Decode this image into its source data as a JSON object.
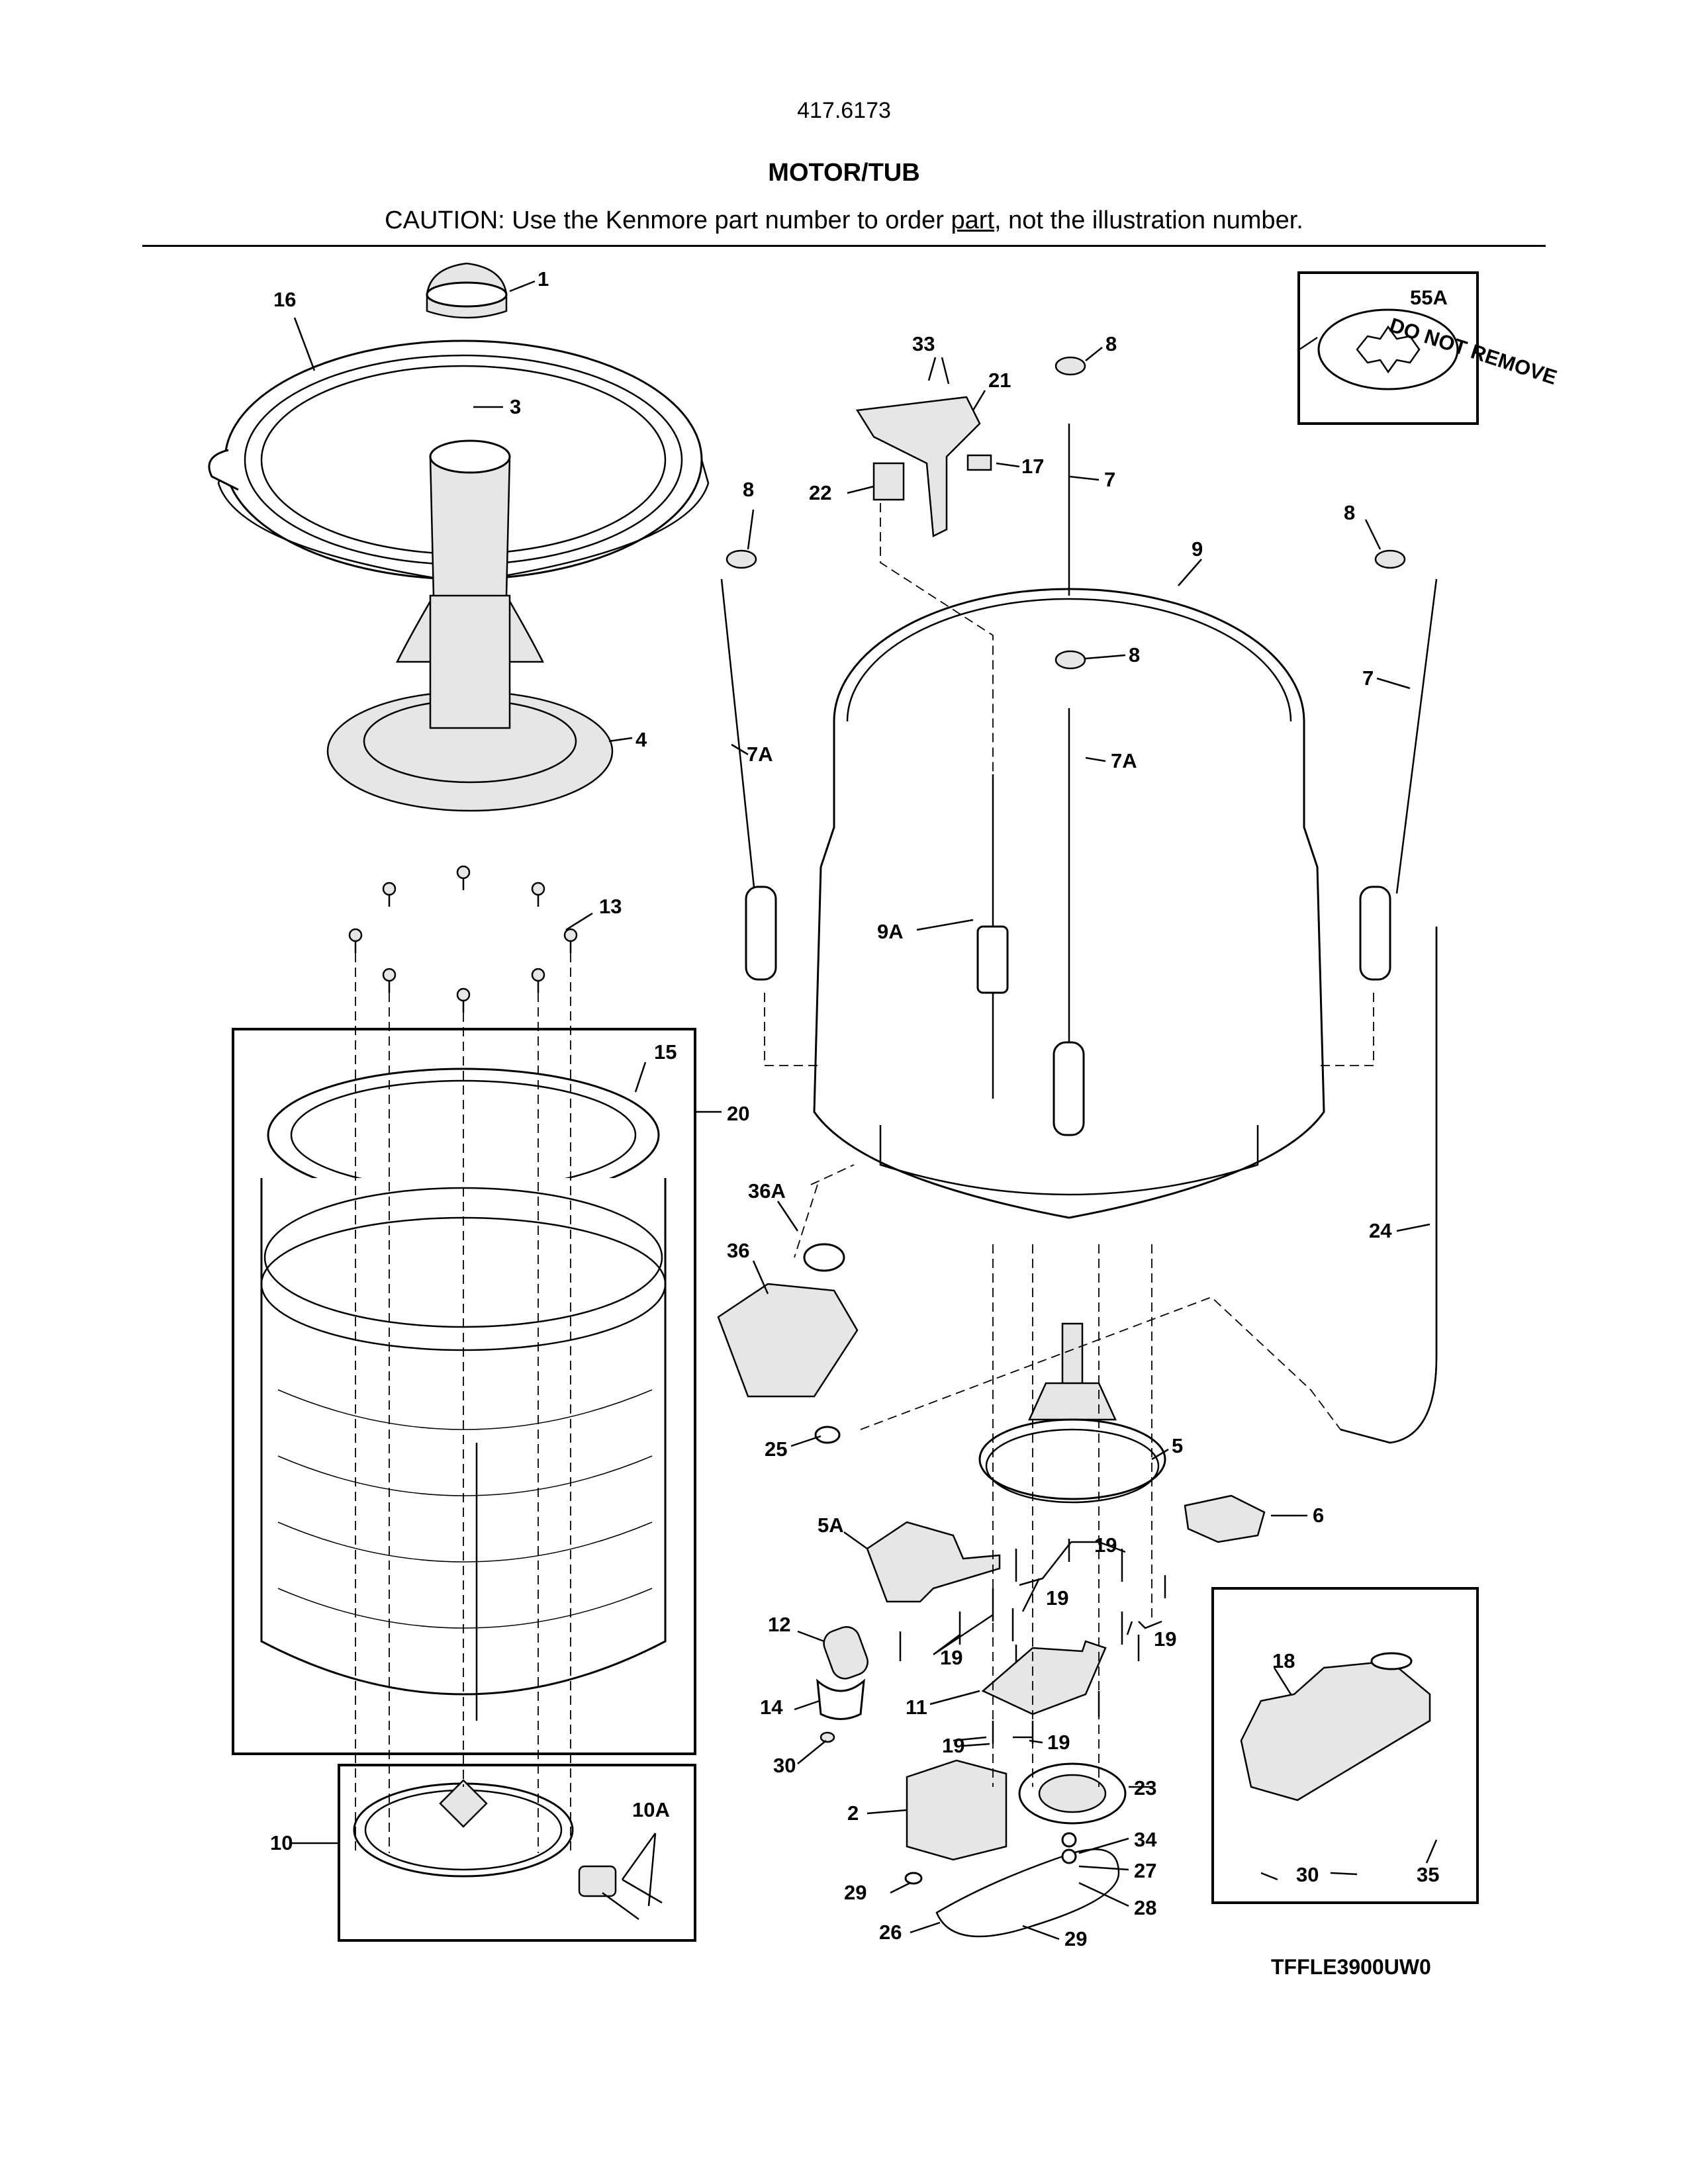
{
  "header": {
    "model_number": "417.6173",
    "section_title": "MOTOR/TUB",
    "caution_prefix": "CAUTION: Use the Kenmore part number to order ",
    "caution_link": "part",
    "caution_suffix": ", not the illustration number."
  },
  "diagram_code": "TFFLE3900UW0",
  "callouts": {
    "c1": "1",
    "c2": "2",
    "c3": "3",
    "c4": "4",
    "c5": "5",
    "c5a": "5A",
    "c6": "6",
    "c7_center": "7",
    "c7_right": "7",
    "c7a_left": "7A",
    "c7a_center": "7A",
    "c8_top": "8",
    "c8_left": "8",
    "c8_right": "8",
    "c8_mid": "8",
    "c9": "9",
    "c9a": "9A",
    "c10": "10",
    "c10a": "10A",
    "c11": "11",
    "c12": "12",
    "c13": "13",
    "c14": "14",
    "c15": "15",
    "c16": "16",
    "c17": "17",
    "c18": "18",
    "c19_a": "19",
    "c19_b": "19",
    "c19_c": "19",
    "c19_d": "19",
    "c19_e": "19",
    "c19_f": "19",
    "c20": "20",
    "c21": "21",
    "c22": "22",
    "c23": "23",
    "c24": "24",
    "c25": "25",
    "c26": "26",
    "c27": "27",
    "c28": "28",
    "c29_a": "29",
    "c29_b": "29",
    "c30_a": "30",
    "c30_b": "30",
    "c33": "33",
    "c34": "34",
    "c35": "35",
    "c36": "36",
    "c36a": "36A",
    "c55a": "55A"
  },
  "washer_text": "DO NOT REMOVE"
}
